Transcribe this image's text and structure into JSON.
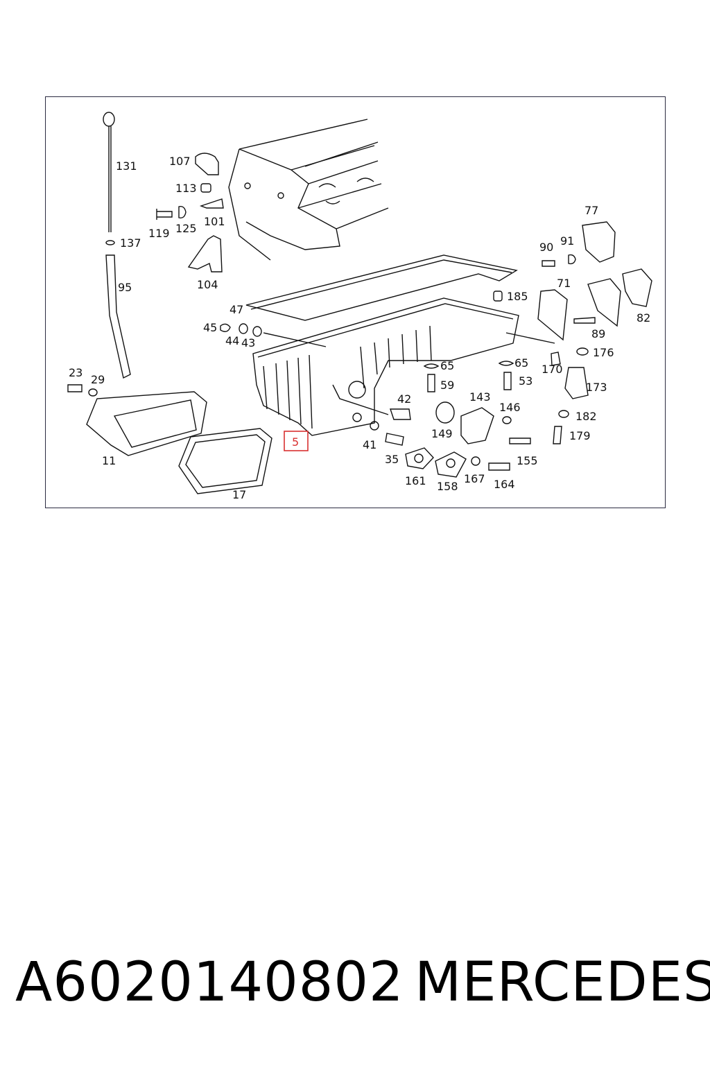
{
  "diagram": {
    "highlighted_part": "5",
    "part_labels": [
      "131",
      "107",
      "113",
      "119",
      "125",
      "101",
      "137",
      "104",
      "95",
      "47",
      "45",
      "44",
      "43",
      "23",
      "29",
      "11",
      "17",
      "77",
      "90",
      "91",
      "71",
      "185",
      "82",
      "89",
      "176",
      "170",
      "173",
      "65",
      "59",
      "53",
      "65",
      "42",
      "143",
      "146",
      "149",
      "182",
      "179",
      "41",
      "35",
      "161",
      "158",
      "167",
      "164",
      "155"
    ]
  },
  "footer": {
    "part_number": "A6020140802",
    "brand": "MERCEDES"
  }
}
